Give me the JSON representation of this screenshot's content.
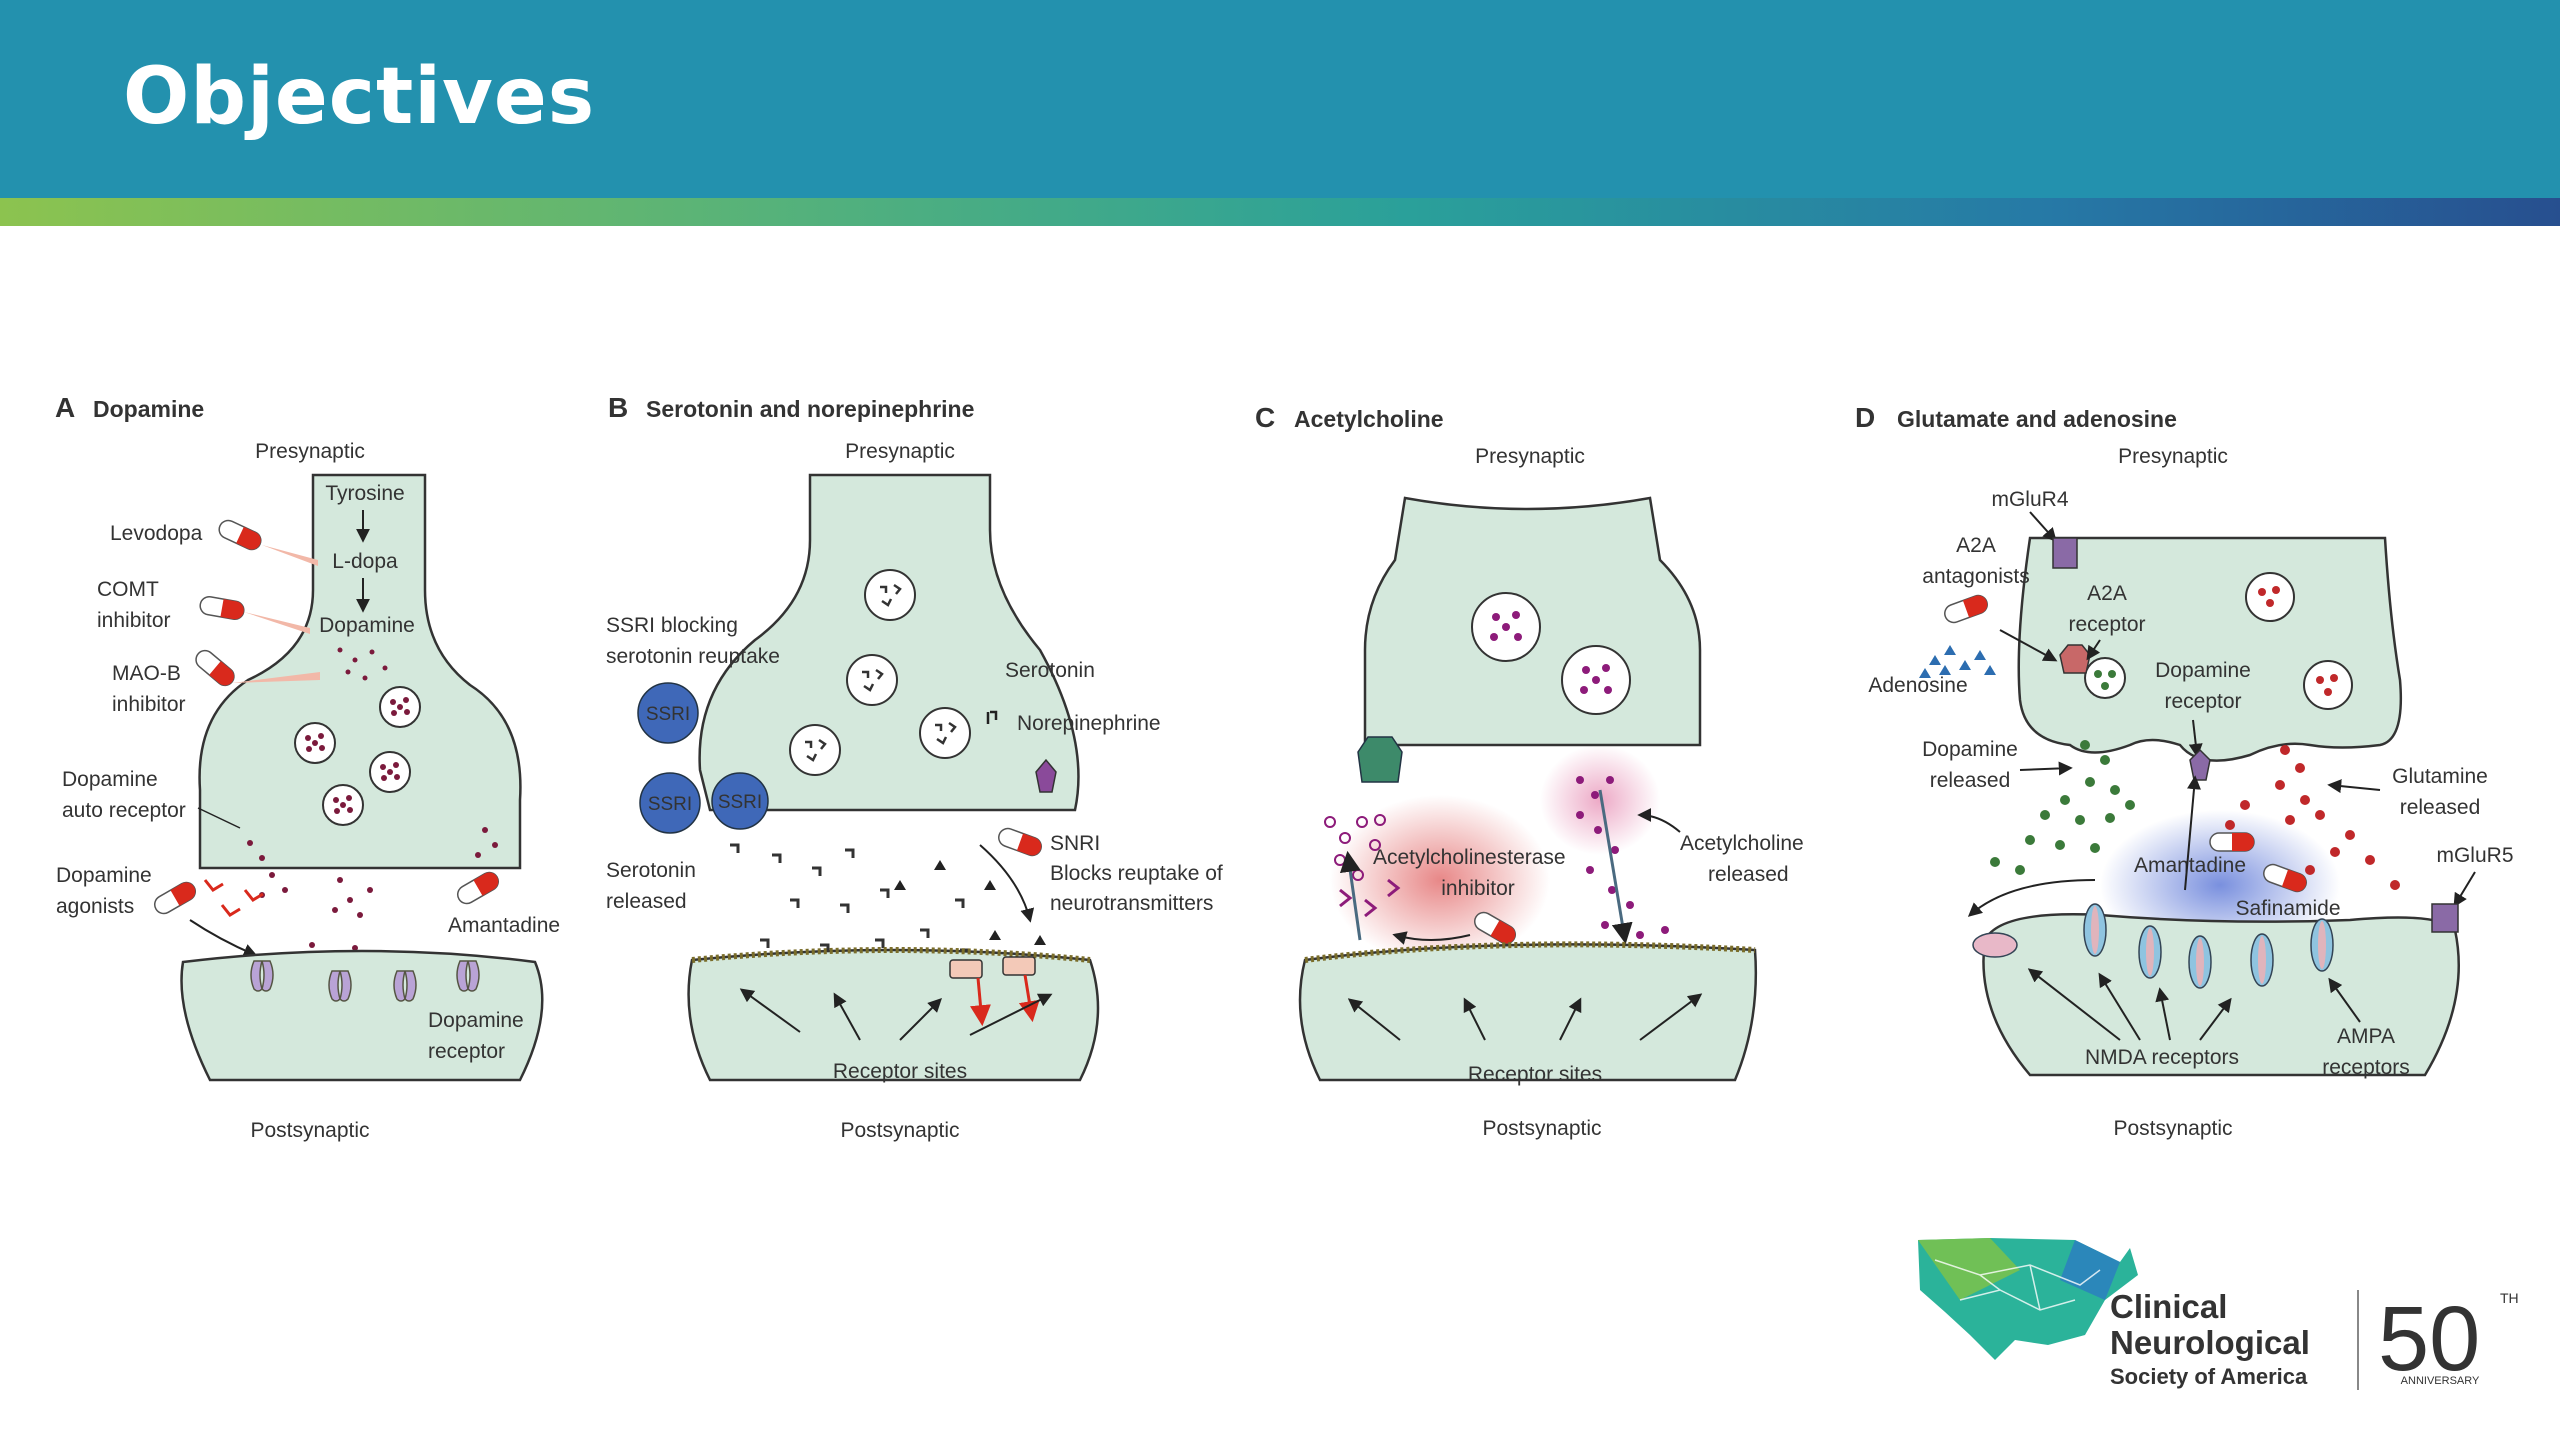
{
  "header": {
    "title": "Objectives"
  },
  "panels": [
    {
      "letter": "A",
      "name": "Dopamine",
      "top": "Presynaptic",
      "bottom": "Postsynaptic",
      "labels": {
        "tyrosine": "Tyrosine",
        "ldopa": "L-dopa",
        "dopamine": "Dopamine",
        "levodopa": "Levodopa",
        "comt1": "COMT",
        "comt2": "inhibitor",
        "maob1": "MAO-B",
        "maob2": "inhibitor",
        "auto1": "Dopamine",
        "auto2": "auto receptor",
        "agon1": "Dopamine",
        "agon2": "agonists",
        "amantadine": "Amantadine",
        "recep1": "Dopamine",
        "recep2": "receptor"
      }
    },
    {
      "letter": "B",
      "name": "Serotonin and norepinephrine",
      "top": "Presynaptic",
      "bottom": "Postsynaptic",
      "labels": {
        "ssri1": "SSRI blocking",
        "ssri2": "serotonin reuptake",
        "ssri": "SSRI",
        "serotonin": "Serotonin",
        "norepinephrine": "Norepinephrine",
        "rel1": "Serotonin",
        "rel2": "released",
        "snri": "SNRI",
        "blocks1": "Blocks reuptake of",
        "blocks2": "neurotransmitters",
        "receptor_sites": "Receptor sites"
      }
    },
    {
      "letter": "C",
      "name": "Acetylcholine",
      "top": "Presynaptic",
      "bottom": "Postsynaptic",
      "labels": {
        "ache1": "Acetylcholinesterase",
        "ache2": "inhibitor",
        "ach1": "Acetylcholine",
        "ach2": "released",
        "receptor_sites": "Receptor sites"
      }
    },
    {
      "letter": "D",
      "name": "Glutamate and adenosine",
      "top": "Presynaptic",
      "bottom": "Postsynaptic",
      "labels": {
        "mglur4": "mGluR4",
        "a2a_ant1": "A2A",
        "a2a_ant2": "antagonists",
        "a2a_r1": "A2A",
        "a2a_r2": "receptor",
        "adenosine": "Adenosine",
        "da_r1": "Dopamine",
        "da_r2": "receptor",
        "da_rel1": "Dopamine",
        "da_rel2": "released",
        "glu1": "Glutamine",
        "glu2": "released",
        "amantadine": "Amantadine",
        "safinamide": "Safinamide",
        "mglur5": "mGluR5",
        "nmda": "NMDA receptors",
        "ampa1": "AMPA",
        "ampa2": "receptors"
      }
    }
  ],
  "logo": {
    "line1": "Clinical",
    "line2": "Neurological",
    "line3": "Society of America",
    "anniversary": "50",
    "sup": "TH",
    "anniv_label": "ANNIVERSARY"
  },
  "colors": {
    "header": "#2391ae",
    "membrane": "#d4e8dc",
    "outline": "#333333",
    "vesicle": "#7b1a3c",
    "drug_red": "#d9291c"
  }
}
